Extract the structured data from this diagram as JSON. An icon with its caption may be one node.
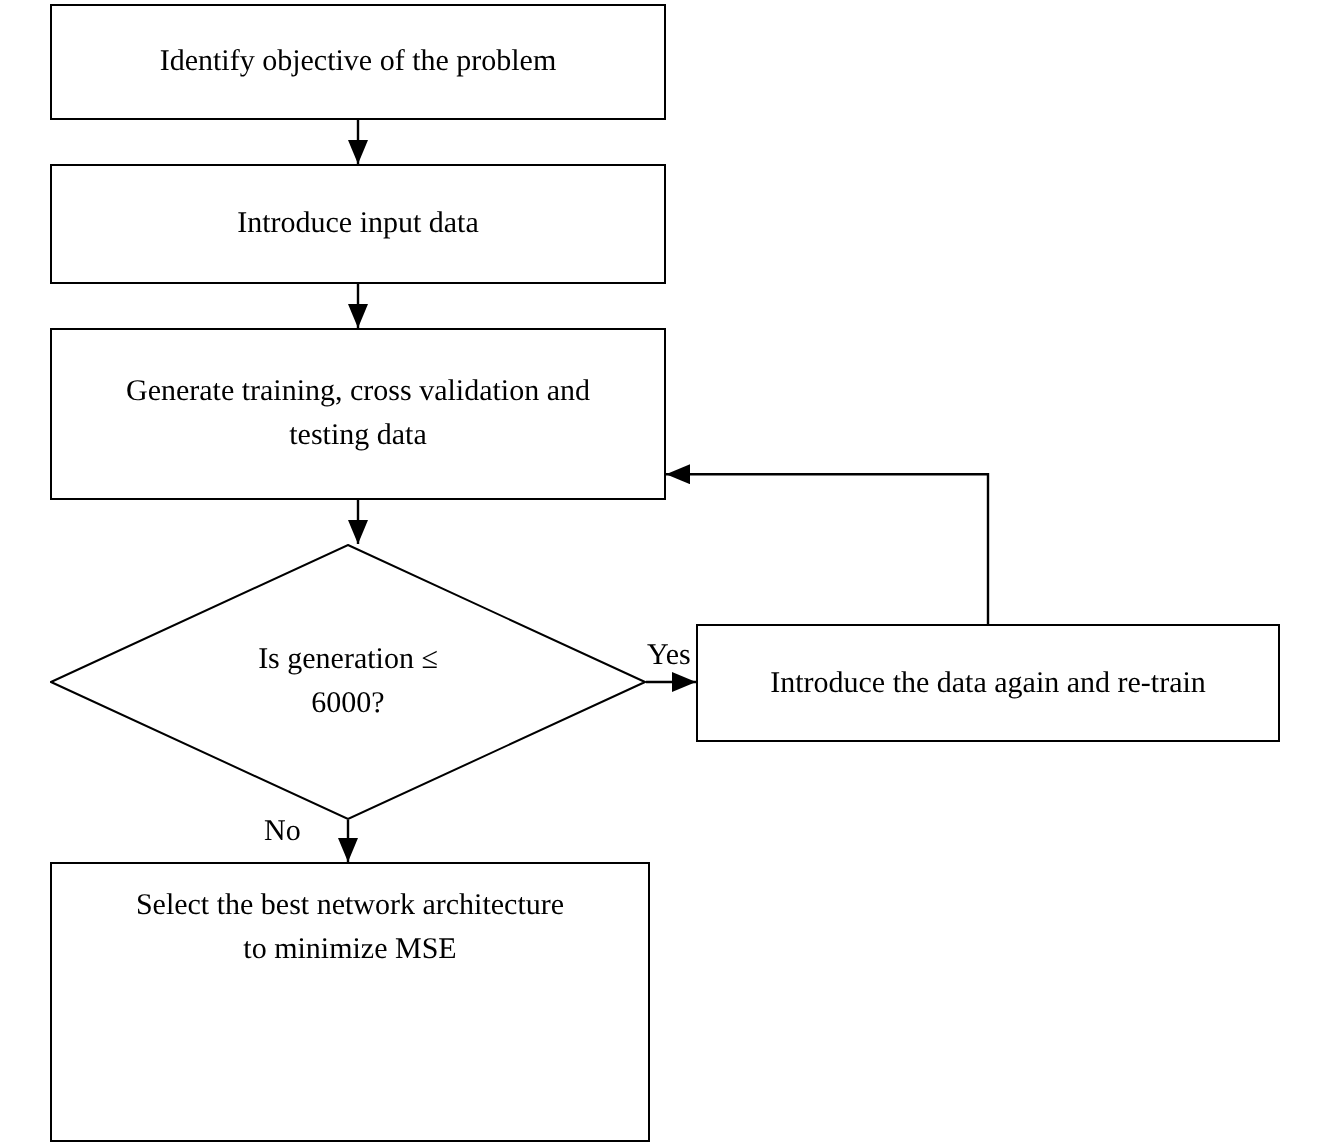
{
  "diagram": {
    "nodes": [
      {
        "text": [
          "Identify objective of the problem"
        ]
      },
      {
        "text": [
          "Introduce input data"
        ]
      },
      {
        "text": [
          "Generate training, cross validation and testing data"
        ]
      },
      {
        "text": [
          "Is generation ≤ 6000?"
        ]
      },
      {
        "text": [
          "Introduce the data again and re-train"
        ]
      },
      {
        "text": [
          "Select the best network architecture to minimize MSE"
        ]
      }
    ],
    "edges": [
      {
        "from": 0,
        "to": 1,
        "arrow": "to"
      },
      {
        "from": 1,
        "to": 2,
        "arrow": "to"
      },
      {
        "from": 2,
        "to": 3,
        "arrow": "to"
      },
      {
        "from": 3,
        "to": 4,
        "arrow": "to",
        "label": "Yes"
      },
      {
        "from": 4,
        "to": 2,
        "arrow": "to"
      },
      {
        "from": 3,
        "to": 5,
        "arrow": "to",
        "label": "No"
      }
    ]
  }
}
